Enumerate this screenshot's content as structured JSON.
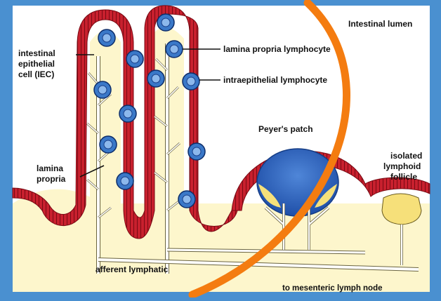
{
  "diagram": {
    "labels": {
      "intestinal_lumen": "Intestinal lumen",
      "iec_line1": "intestinal",
      "iec_line2": "epithelial",
      "iec_line3": "cell (IEC)",
      "lamina_propria_lymphocyte": "lamina propria lymphocyte",
      "intraepithelial_lymphocyte": "intraepithelial lymphocyte",
      "peyers_patch": "Peyer's patch",
      "isolated_line1": "isolated",
      "isolated_line2": "lymphoid",
      "isolated_line3": "follicle",
      "lamina_propria_line1": "lamina",
      "lamina_propria_line2": "propria",
      "afferent_lymphatic": "afferent lymphatic",
      "to_mesenteric": "to mesenteric lymph node"
    },
    "colors": {
      "frame": "#4a90d0",
      "lumen": "#ffffff",
      "tissue": "#fdf6cc",
      "epithelium": "#c8202e",
      "epithelium_dark": "#7a0a14",
      "lymphocyte": "#3a78c8",
      "lymph_dome": "#2e5fb8",
      "follicle_yellow": "#f6e07a",
      "overlay_arc": "#f47c10"
    }
  }
}
